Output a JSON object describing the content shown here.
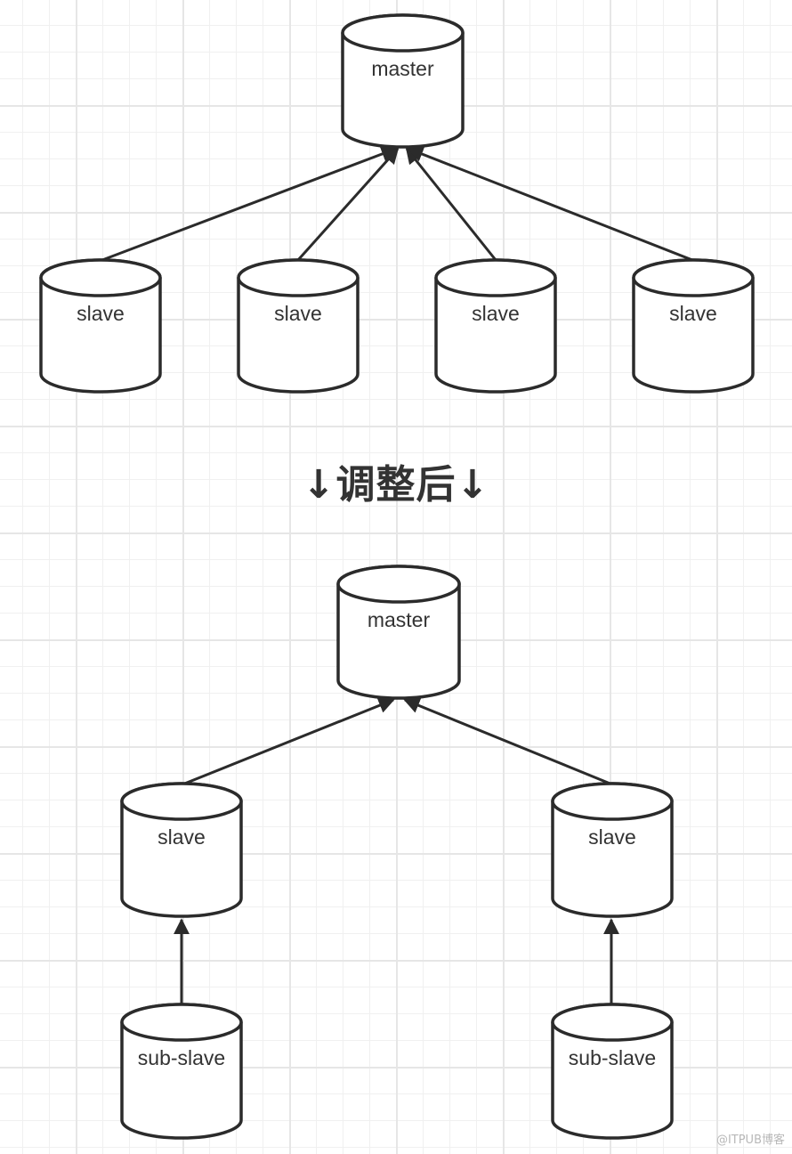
{
  "colors": {
    "stroke": "#2b2b2b",
    "text": "#333333",
    "grid": "#e6e6e6"
  },
  "before": {
    "master": {
      "label": "master"
    },
    "slaves": [
      {
        "label": "slave"
      },
      {
        "label": "slave"
      },
      {
        "label": "slave"
      },
      {
        "label": "slave"
      }
    ]
  },
  "divider": {
    "text": "↓调整后↓"
  },
  "after": {
    "master": {
      "label": "master"
    },
    "slaves": [
      {
        "label": "slave"
      },
      {
        "label": "slave"
      }
    ],
    "sub_slaves": [
      {
        "label": "sub-slave"
      },
      {
        "label": "sub-slave"
      }
    ]
  },
  "watermark": "@ITPUB博客"
}
